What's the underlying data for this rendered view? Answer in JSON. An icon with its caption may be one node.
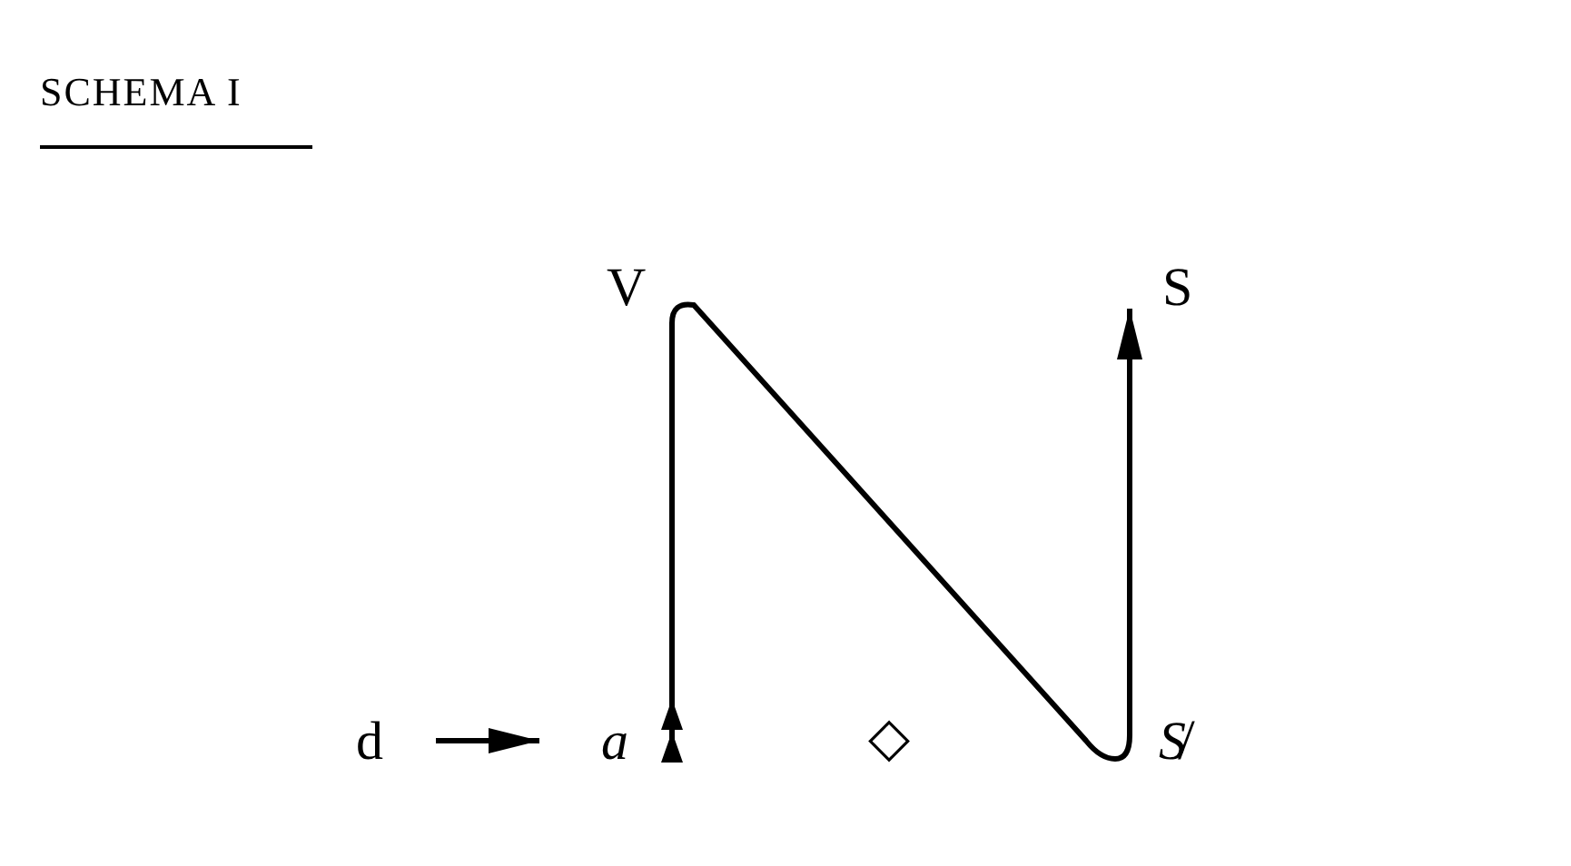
{
  "diagram": {
    "title": "SCHEMA I",
    "nodes": [
      {
        "text": [
          "d"
        ]
      },
      {
        "text": [
          "a"
        ]
      },
      {
        "text": [
          "V"
        ]
      },
      {
        "text": [
          "S̸"
        ]
      },
      {
        "text": [
          "S"
        ]
      }
    ],
    "edges": [
      {
        "from": 0,
        "to": 1,
        "arrow": "to"
      },
      {
        "from": 1,
        "to": 2,
        "arrow": "other"
      },
      {
        "from": 2,
        "to": 3,
        "arrow": "none"
      },
      {
        "from": 3,
        "to": 4,
        "arrow": "to"
      }
    ],
    "labels": [
      "◇"
    ]
  }
}
